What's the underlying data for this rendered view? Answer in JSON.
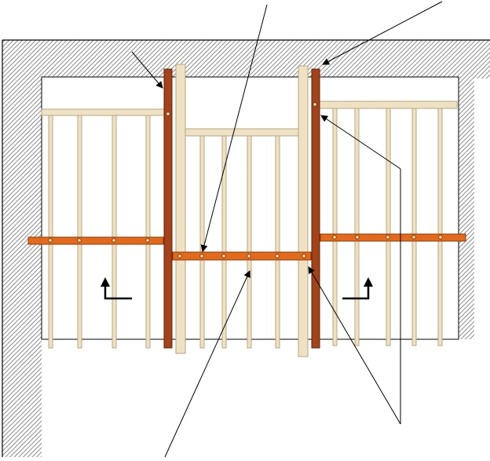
{
  "diagram": {
    "colors": {
      "background": "#ffffff",
      "hatch": "#6e6e6e",
      "outline": "#000000",
      "wood": "#efe2c4",
      "wood_edge": "#b9a77f",
      "post": "#a4421a",
      "post_edge": "#5e230a",
      "bar": "#e36a1b",
      "bar_edge": "#8c3808",
      "bolt": "#ffd9a6"
    },
    "parts": {
      "wall": "hatched-wall",
      "opening": "room-opening",
      "left_panel": "left-joist-panel",
      "center_panel": "center-joist-panel",
      "right_panel": "right-joist-panel",
      "posts": [
        "left-steel-post",
        "right-steel-post"
      ],
      "bars": [
        "left-ledger-bar",
        "center-ledger-bar",
        "right-ledger-bar"
      ]
    },
    "section_markers": [
      "section-marker-left",
      "section-marker-right"
    ],
    "callouts": 6
  }
}
